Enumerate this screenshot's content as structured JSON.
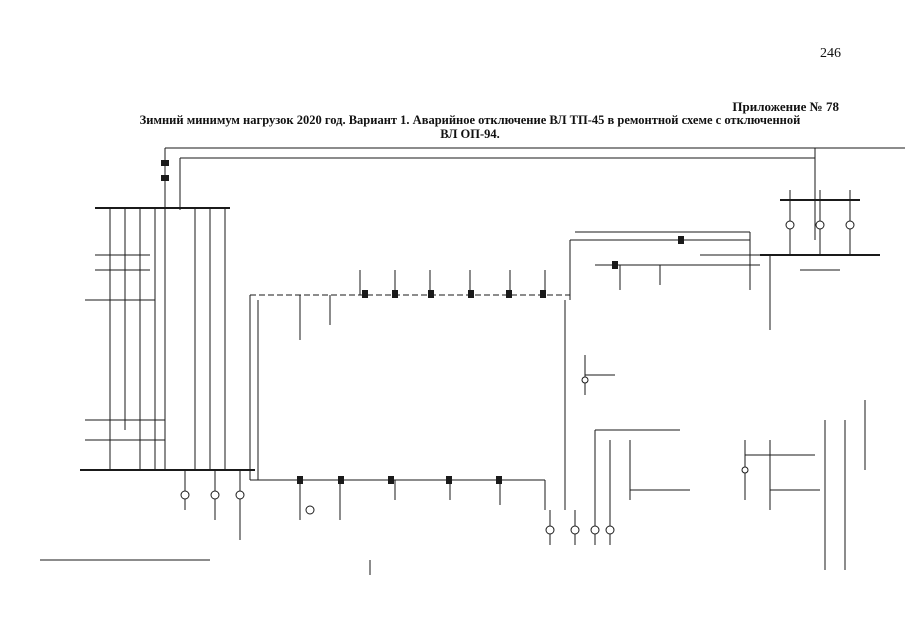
{
  "page": {
    "number": "246",
    "appendix": "Приложение № 78",
    "title_line1": "Зимний минимум нагрузок 2020 год. Вариант 1. Аварийное отключение ВЛ ТП-45 в ремонтной схеме с отключенной",
    "title_line2": "ВЛ ОП-94."
  },
  "colors": {
    "line": "#1a1a1a",
    "bus": "#000000",
    "dashed": "#333333"
  }
}
